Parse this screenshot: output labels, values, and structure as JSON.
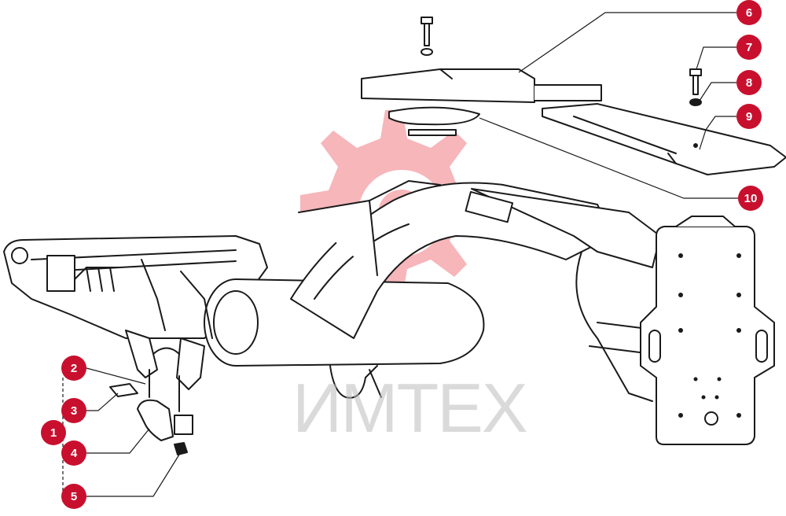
{
  "watermark": {
    "text": "ИМТЕХ",
    "color": "#e8303c"
  },
  "callouts": [
    {
      "id": "1",
      "label": "1"
    },
    {
      "id": "2",
      "label": "2"
    },
    {
      "id": "3",
      "label": "3"
    },
    {
      "id": "4",
      "label": "4"
    },
    {
      "id": "5",
      "label": "5"
    },
    {
      "id": "6",
      "label": "6"
    },
    {
      "id": "7",
      "label": "7"
    },
    {
      "id": "8",
      "label": "8"
    },
    {
      "id": "9",
      "label": "9"
    },
    {
      "id": "10",
      "label": "10"
    }
  ],
  "colors": {
    "accent": "#c8102e",
    "ink": "#1a1a1a",
    "watermark_gray": "#bdbdbd"
  }
}
